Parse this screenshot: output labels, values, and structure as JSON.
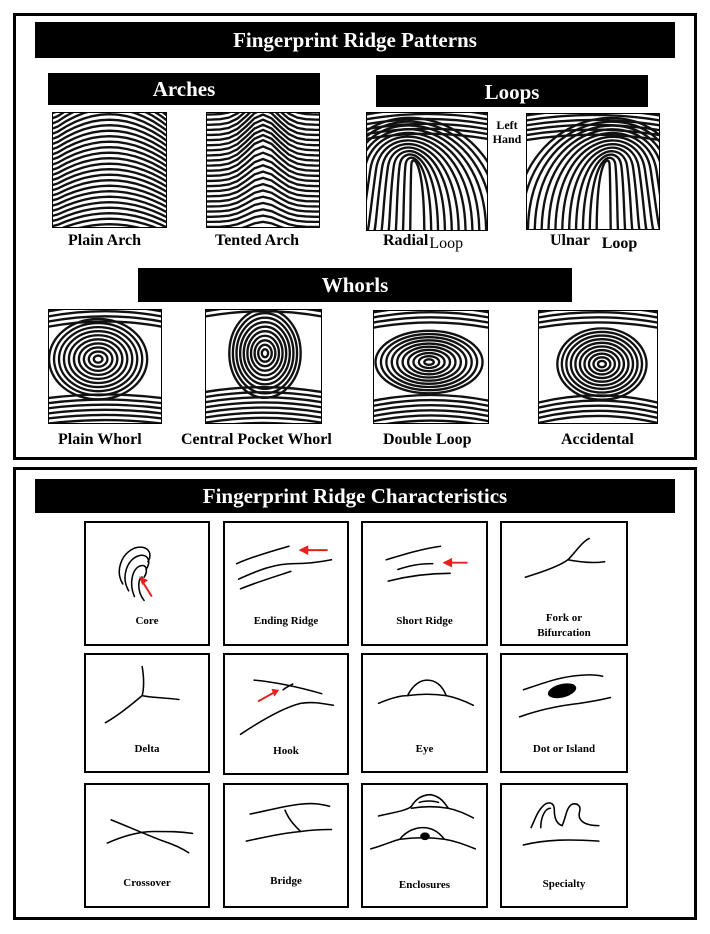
{
  "patterns": {
    "title": "Fingerprint Ridge Patterns",
    "arches": {
      "heading": "Arches",
      "items": [
        {
          "label": "Plain Arch",
          "icon": "plain-arch-print"
        },
        {
          "label": "Tented Arch",
          "icon": "tented-arch-print"
        }
      ]
    },
    "loops": {
      "heading": "Loops",
      "hand_note": "Left\nHand",
      "items": [
        {
          "label_a": "Radial",
          "label_b": "Loop",
          "icon": "radial-loop-print"
        },
        {
          "label_a": "Ulnar",
          "label_b": "Loop",
          "icon": "ulnar-loop-print"
        }
      ]
    },
    "whorls": {
      "heading": "Whorls",
      "items": [
        {
          "label": "Plain Whorl",
          "icon": "plain-whorl-print"
        },
        {
          "label": "Central Pocket Whorl",
          "icon": "central-pocket-whorl-print"
        },
        {
          "label": "Double Loop",
          "icon": "double-loop-print"
        },
        {
          "label": "Accidental",
          "icon": "accidental-print"
        }
      ]
    }
  },
  "characteristics": {
    "title": "Fingerprint Ridge Characteristics",
    "accent_color": "#e8201c",
    "items": [
      {
        "label": "Core"
      },
      {
        "label": "Ending Ridge"
      },
      {
        "label": "Short Ridge"
      },
      {
        "label": "Fork or\nBifurcation"
      },
      {
        "label": "Delta"
      },
      {
        "label": "Hook"
      },
      {
        "label": "Eye"
      },
      {
        "label": "Dot or Island"
      },
      {
        "label": "Crossover"
      },
      {
        "label": "Bridge"
      },
      {
        "label": "Enclosures"
      },
      {
        "label": "Specialty"
      }
    ]
  }
}
